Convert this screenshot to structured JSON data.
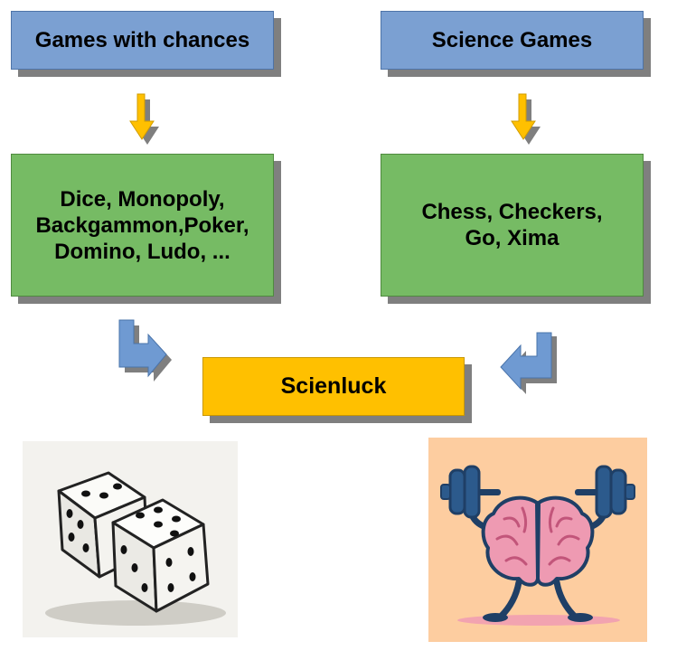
{
  "colors": {
    "blue_box": "#7ba0d2",
    "green_box": "#76bb64",
    "gold_box": "#ffc000",
    "shadow": "#7f7f7f",
    "down_arrow": "#ffc000",
    "bent_arrow": "#6f9ad2",
    "dice_background": "#f3f2ee",
    "brain_background": "#fdcda0",
    "brain": "#ee9ab2",
    "dumbbell": "#2c5a8c"
  },
  "nodes": {
    "games_with_chances": "Games with chances",
    "science_games": "Science Games",
    "chance_examples": "Dice, Monopoly,\nBackgammon,Poker,\nDomino, Ludo, ...",
    "science_examples": "Chess, Checkers,\nGo, Xima",
    "scienluck": "Scienluck"
  },
  "icons": {
    "left_arrow_down": "down-arrow-icon",
    "right_arrow_down": "down-arrow-icon",
    "left_bent_arrow": "bent-right-arrow-icon",
    "right_bent_arrow": "bent-left-arrow-icon",
    "dice_image": "dice-icon",
    "brain_image": "brain-lifting-dumbbells-icon"
  }
}
